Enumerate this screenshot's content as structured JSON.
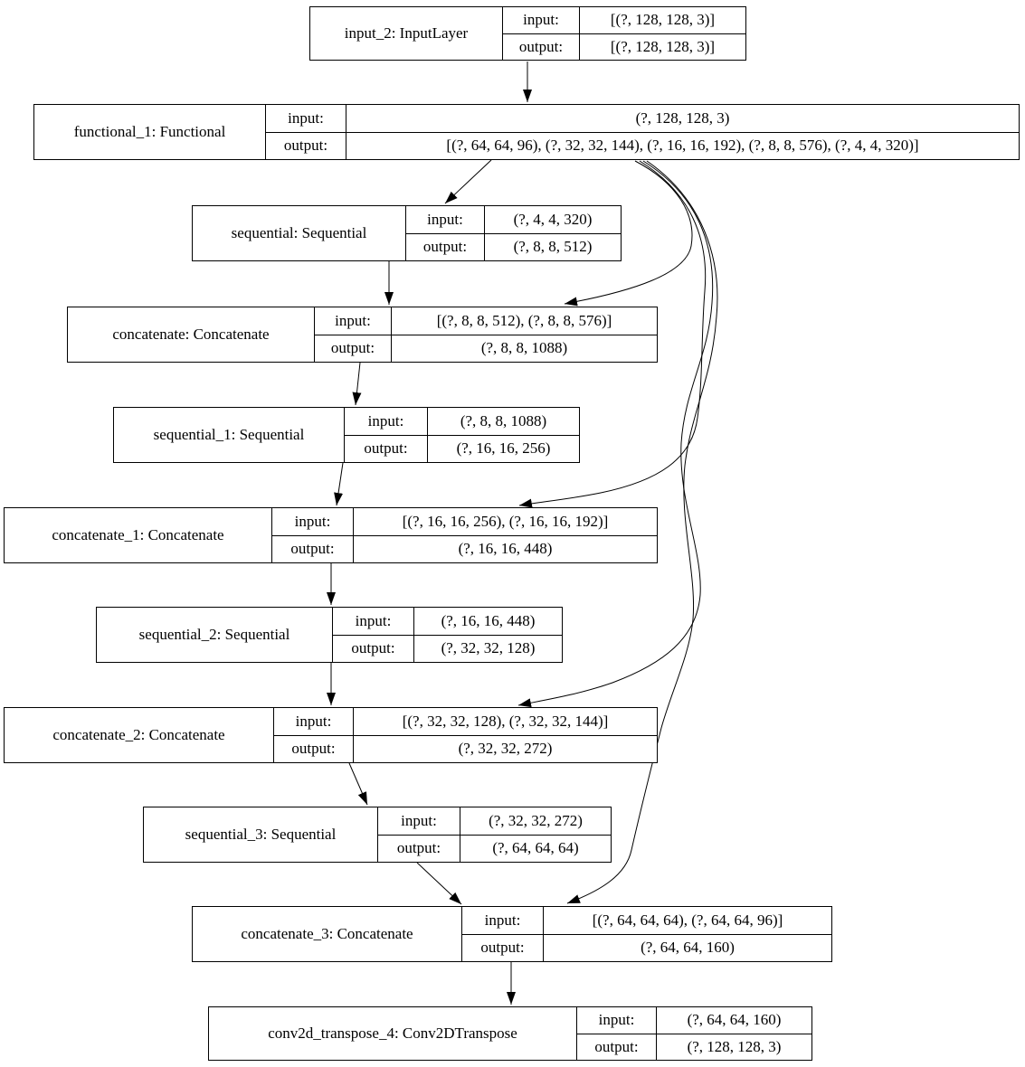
{
  "diagram": {
    "title": "keras-model-plot",
    "colors": {
      "background": "#ffffff",
      "stroke": "#000000",
      "text": "#000000"
    },
    "io_labels": {
      "input": "input:",
      "output": "output:"
    },
    "nodes": [
      {
        "id": "input_2",
        "title": "input_2: InputLayer",
        "input": "[(?, 128, 128, 3)]",
        "output": "[(?, 128, 128, 3)]"
      },
      {
        "id": "functional_1",
        "title": "functional_1: Functional",
        "input": "(?, 128, 128, 3)",
        "output": "[(?, 64, 64, 96), (?, 32, 32, 144), (?, 16, 16, 192), (?, 8, 8, 576), (?, 4, 4, 320)]"
      },
      {
        "id": "sequential",
        "title": "sequential: Sequential",
        "input": "(?, 4, 4, 320)",
        "output": "(?, 8, 8, 512)"
      },
      {
        "id": "concatenate",
        "title": "concatenate: Concatenate",
        "input": "[(?, 8, 8, 512), (?, 8, 8, 576)]",
        "output": "(?, 8, 8, 1088)"
      },
      {
        "id": "sequential_1",
        "title": "sequential_1: Sequential",
        "input": "(?, 8, 8, 1088)",
        "output": "(?, 16, 16, 256)"
      },
      {
        "id": "concatenate_1",
        "title": "concatenate_1: Concatenate",
        "input": "[(?, 16, 16, 256), (?, 16, 16, 192)]",
        "output": "(?, 16, 16, 448)"
      },
      {
        "id": "sequential_2",
        "title": "sequential_2: Sequential",
        "input": "(?, 16, 16, 448)",
        "output": "(?, 32, 32, 128)"
      },
      {
        "id": "concatenate_2",
        "title": "concatenate_2: Concatenate",
        "input": "[(?, 32, 32, 128), (?, 32, 32, 144)]",
        "output": "(?, 32, 32, 272)"
      },
      {
        "id": "sequential_3",
        "title": "sequential_3: Sequential",
        "input": "(?, 32, 32, 272)",
        "output": "(?, 64, 64, 64)"
      },
      {
        "id": "concatenate_3",
        "title": "concatenate_3: Concatenate",
        "input": "[(?, 64, 64, 64), (?, 64, 64, 96)]",
        "output": "(?, 64, 64, 160)"
      },
      {
        "id": "conv2d_transpose_4",
        "title": "conv2d_transpose_4: Conv2DTranspose",
        "input": "(?, 64, 64, 160)",
        "output": "(?, 128, 128, 3)"
      }
    ],
    "edges": [
      {
        "from": "input_2",
        "to": "functional_1"
      },
      {
        "from": "functional_1",
        "to": "sequential"
      },
      {
        "from": "functional_1",
        "to": "concatenate"
      },
      {
        "from": "functional_1",
        "to": "concatenate_1"
      },
      {
        "from": "functional_1",
        "to": "concatenate_2"
      },
      {
        "from": "functional_1",
        "to": "concatenate_3"
      },
      {
        "from": "sequential",
        "to": "concatenate"
      },
      {
        "from": "concatenate",
        "to": "sequential_1"
      },
      {
        "from": "sequential_1",
        "to": "concatenate_1"
      },
      {
        "from": "concatenate_1",
        "to": "sequential_2"
      },
      {
        "from": "sequential_2",
        "to": "concatenate_2"
      },
      {
        "from": "concatenate_2",
        "to": "sequential_3"
      },
      {
        "from": "sequential_3",
        "to": "concatenate_3"
      },
      {
        "from": "concatenate_3",
        "to": "conv2d_transpose_4"
      }
    ]
  }
}
